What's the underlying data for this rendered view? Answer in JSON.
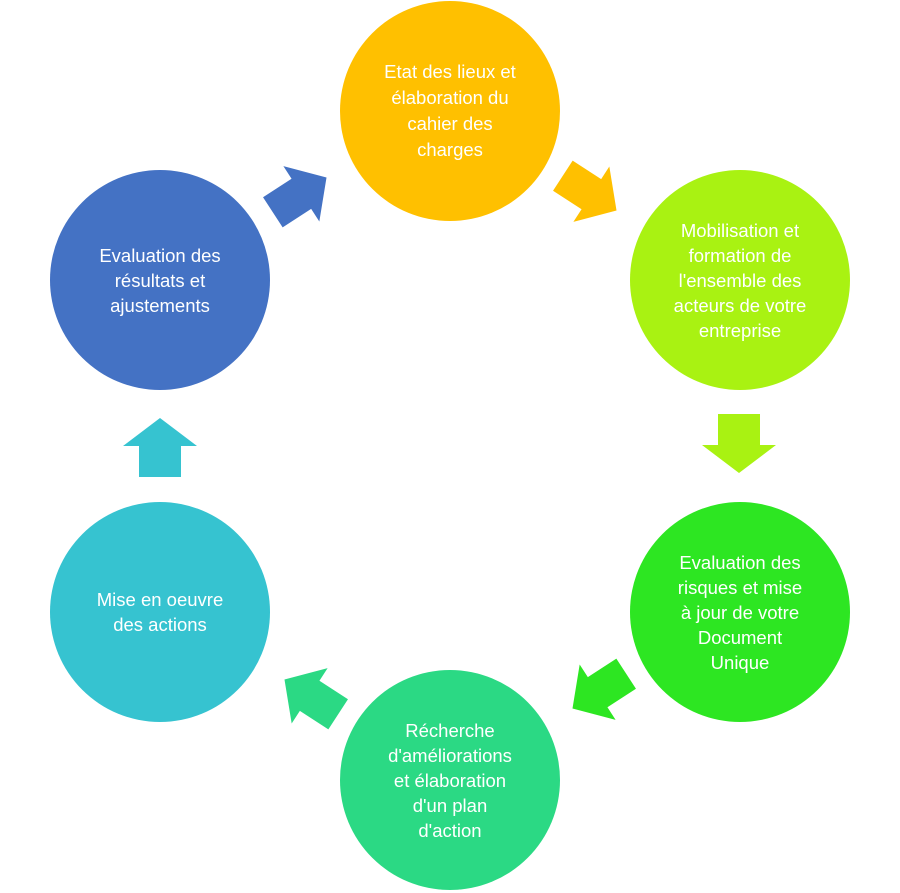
{
  "diagram": {
    "type": "cycle",
    "direction": "clockwise",
    "steps": [
      {
        "label": "Etat des lieux et\nélaboration du\ncahier des\ncharges",
        "color": "#FFC000"
      },
      {
        "label": "Mobilisation et\nformation de\nl'ensemble des\nacteurs de votre\nentreprise",
        "color": "#A9F212"
      },
      {
        "label": "Evaluation des\nrisques et mise\nà jour de votre\nDocument\nUnique",
        "color": "#2DE622"
      },
      {
        "label": "Récherche\nd'améliorations\net élaboration\nd'un plan\nd'action",
        "color": "#2BD984"
      },
      {
        "label": "Mise en oeuvre\ndes actions",
        "color": "#36C3D0"
      },
      {
        "label": "Evaluation des\nrésultats et\najustements",
        "color": "#4472C4"
      }
    ],
    "arrows": [
      {
        "from": 0,
        "to": 1,
        "color": "#FFC000",
        "icon": "arrow-down-right-icon"
      },
      {
        "from": 1,
        "to": 2,
        "color": "#A9F212",
        "icon": "arrow-down-icon"
      },
      {
        "from": 2,
        "to": 3,
        "color": "#2DE622",
        "icon": "arrow-down-left-icon"
      },
      {
        "from": 3,
        "to": 4,
        "color": "#2BD984",
        "icon": "arrow-up-left-icon"
      },
      {
        "from": 4,
        "to": 5,
        "color": "#36C3D0",
        "icon": "arrow-up-icon"
      },
      {
        "from": 5,
        "to": 0,
        "color": "#4472C4",
        "icon": "arrow-up-right-icon"
      }
    ]
  }
}
